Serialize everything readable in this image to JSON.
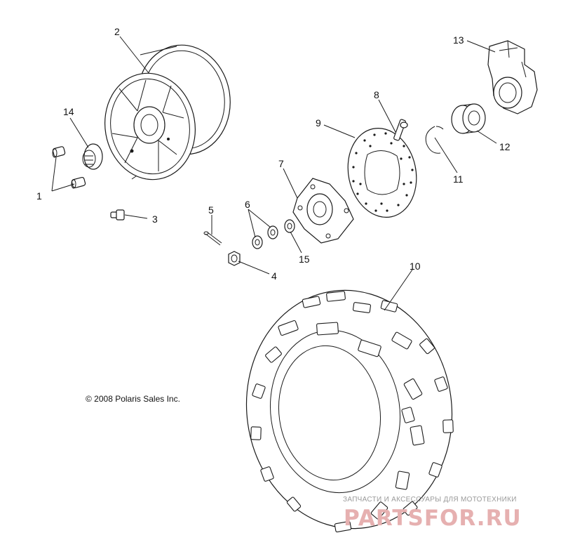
{
  "callouts": [
    {
      "id": "1",
      "label": "1"
    },
    {
      "id": "2",
      "label": "2"
    },
    {
      "id": "3",
      "label": "3"
    },
    {
      "id": "4",
      "label": "4"
    },
    {
      "id": "5",
      "label": "5"
    },
    {
      "id": "6",
      "label": "6"
    },
    {
      "id": "7",
      "label": "7"
    },
    {
      "id": "8",
      "label": "8"
    },
    {
      "id": "9",
      "label": "9"
    },
    {
      "id": "10",
      "label": "10"
    },
    {
      "id": "11",
      "label": "11"
    },
    {
      "id": "12",
      "label": "12"
    },
    {
      "id": "13",
      "label": "13"
    },
    {
      "id": "14",
      "label": "14"
    },
    {
      "id": "15",
      "label": "15"
    }
  ],
  "copyright": "© 2008 Polaris Sales Inc.",
  "watermark": {
    "tagline": "ЗАПЧАСТИ И АКСЕССУАРЫ ДЛЯ МОТОТЕХНИКИ",
    "brand": "PARTSFOR.RU"
  },
  "colors": {
    "line": "#1a1a1a",
    "watermark_brand": "#e6b0b0",
    "watermark_text": "#9a9a9a"
  }
}
